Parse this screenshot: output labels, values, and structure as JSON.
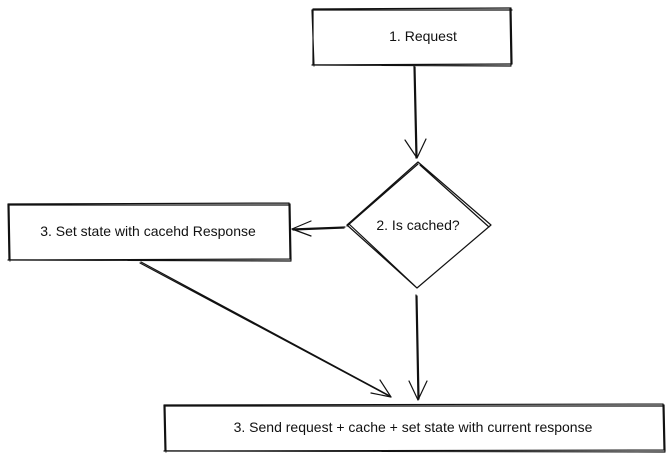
{
  "nodes": {
    "request": {
      "label": "1. Request"
    },
    "is_cached": {
      "label": "2. Is cached?"
    },
    "set_state_cached": {
      "label": "3. Set state with cacehd Response"
    },
    "send_request": {
      "label": "3. Send request + cache + set state with current response"
    }
  }
}
